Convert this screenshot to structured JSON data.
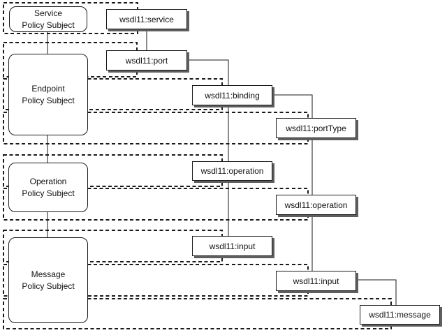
{
  "diagram": {
    "policy_subjects": [
      {
        "line1": "Service",
        "line2": "Policy Subject"
      },
      {
        "line1": "Endpoint",
        "line2": "Policy Subject"
      },
      {
        "line1": "Operation",
        "line2": "Policy Subject"
      },
      {
        "line1": "Message",
        "line2": "Policy Subject"
      }
    ],
    "elements": {
      "service": "wsdl11:service",
      "port": "wsdl11:port",
      "binding": "wsdl11:binding",
      "portType": "wsdl11:portType",
      "binding_operation": "wsdl11:operation",
      "portType_operation": "wsdl11:operation",
      "binding_input": "wsdl11:input",
      "portType_input": "wsdl11:input",
      "message": "wsdl11:message"
    },
    "colors": {
      "line": "#1a1a1a",
      "box_fill": "#ffffff",
      "box_shadow": "#5e5e5e"
    }
  }
}
